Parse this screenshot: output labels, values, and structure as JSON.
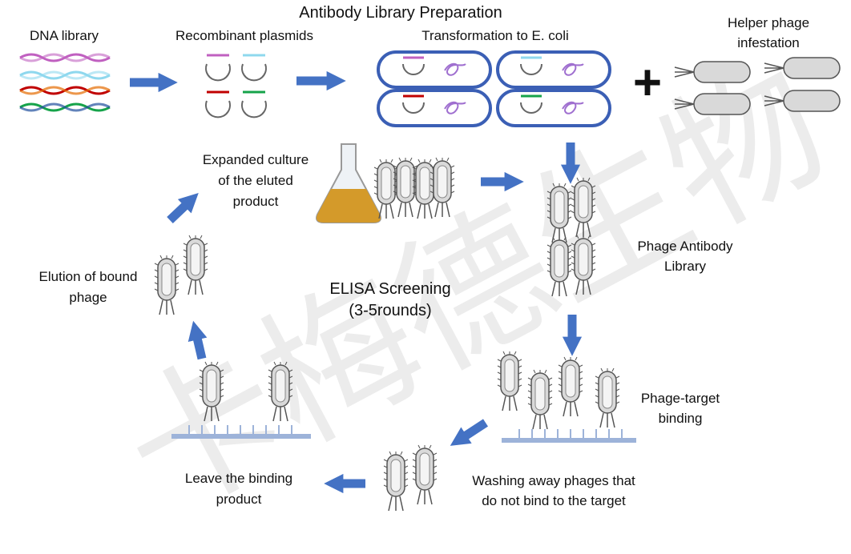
{
  "title": "Antibody Library Preparation",
  "labels": {
    "dna_library": "DNA library",
    "recombinant": "Recombinant plasmids",
    "transformation": "Transformation to E. coli",
    "helper": [
      "Helper phage",
      "infestation"
    ],
    "expanded": [
      "Expanded culture",
      "of the eluted",
      "product"
    ],
    "elution": [
      "Elution of bound",
      "phage"
    ],
    "elisa": [
      "ELISA Screening",
      "(3-5rounds)"
    ],
    "library": [
      "Phage Antibody",
      "Library"
    ],
    "target_binding": [
      "Phage-target",
      "binding"
    ],
    "washing": [
      "Washing away phages that",
      "do not bind to the target"
    ],
    "leave": [
      "Leave the binding",
      "product"
    ],
    "plus": "+"
  },
  "watermark": "卡梅德生物",
  "colors": {
    "arrow": "#4472c4",
    "magenta": "#c060c0",
    "cyan": "#8fd8ee",
    "red": "#c00000",
    "green": "#16a34a",
    "plate": "#9db3d9",
    "flask_liquid": "#d49a2a"
  }
}
